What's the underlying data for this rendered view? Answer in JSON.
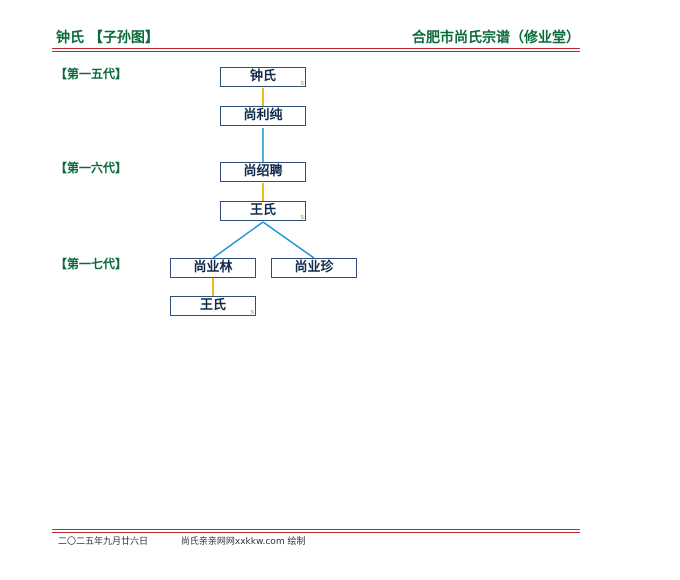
{
  "header": {
    "left": "钟氏 【子孙图】",
    "right": "合肥市尚氏宗谱（修业堂）"
  },
  "generations": [
    "【第一五代】",
    "【第一六代】",
    "【第一七代】"
  ],
  "nodes": [
    {
      "id": "zhongshi",
      "name": "钟氏",
      "tag": "s"
    },
    {
      "id": "shanglichun",
      "name": "尚利纯"
    },
    {
      "id": "shangshaopin",
      "name": "尚绍聘"
    },
    {
      "id": "wangshi1",
      "name": "王氏",
      "tag": "s"
    },
    {
      "id": "shangyelin",
      "name": "尚业林"
    },
    {
      "id": "shangyezhen",
      "name": "尚业珍"
    },
    {
      "id": "wangshi2",
      "name": "王氏",
      "tag": "s"
    }
  ],
  "connectors": {
    "spouse_color": "#f2b81a",
    "descent_color": "#1b8fd6"
  },
  "footer": {
    "date": "二〇二五年九月廿六日",
    "credit": "尚氏亲亲网网xxkkw.com 绘制"
  }
}
